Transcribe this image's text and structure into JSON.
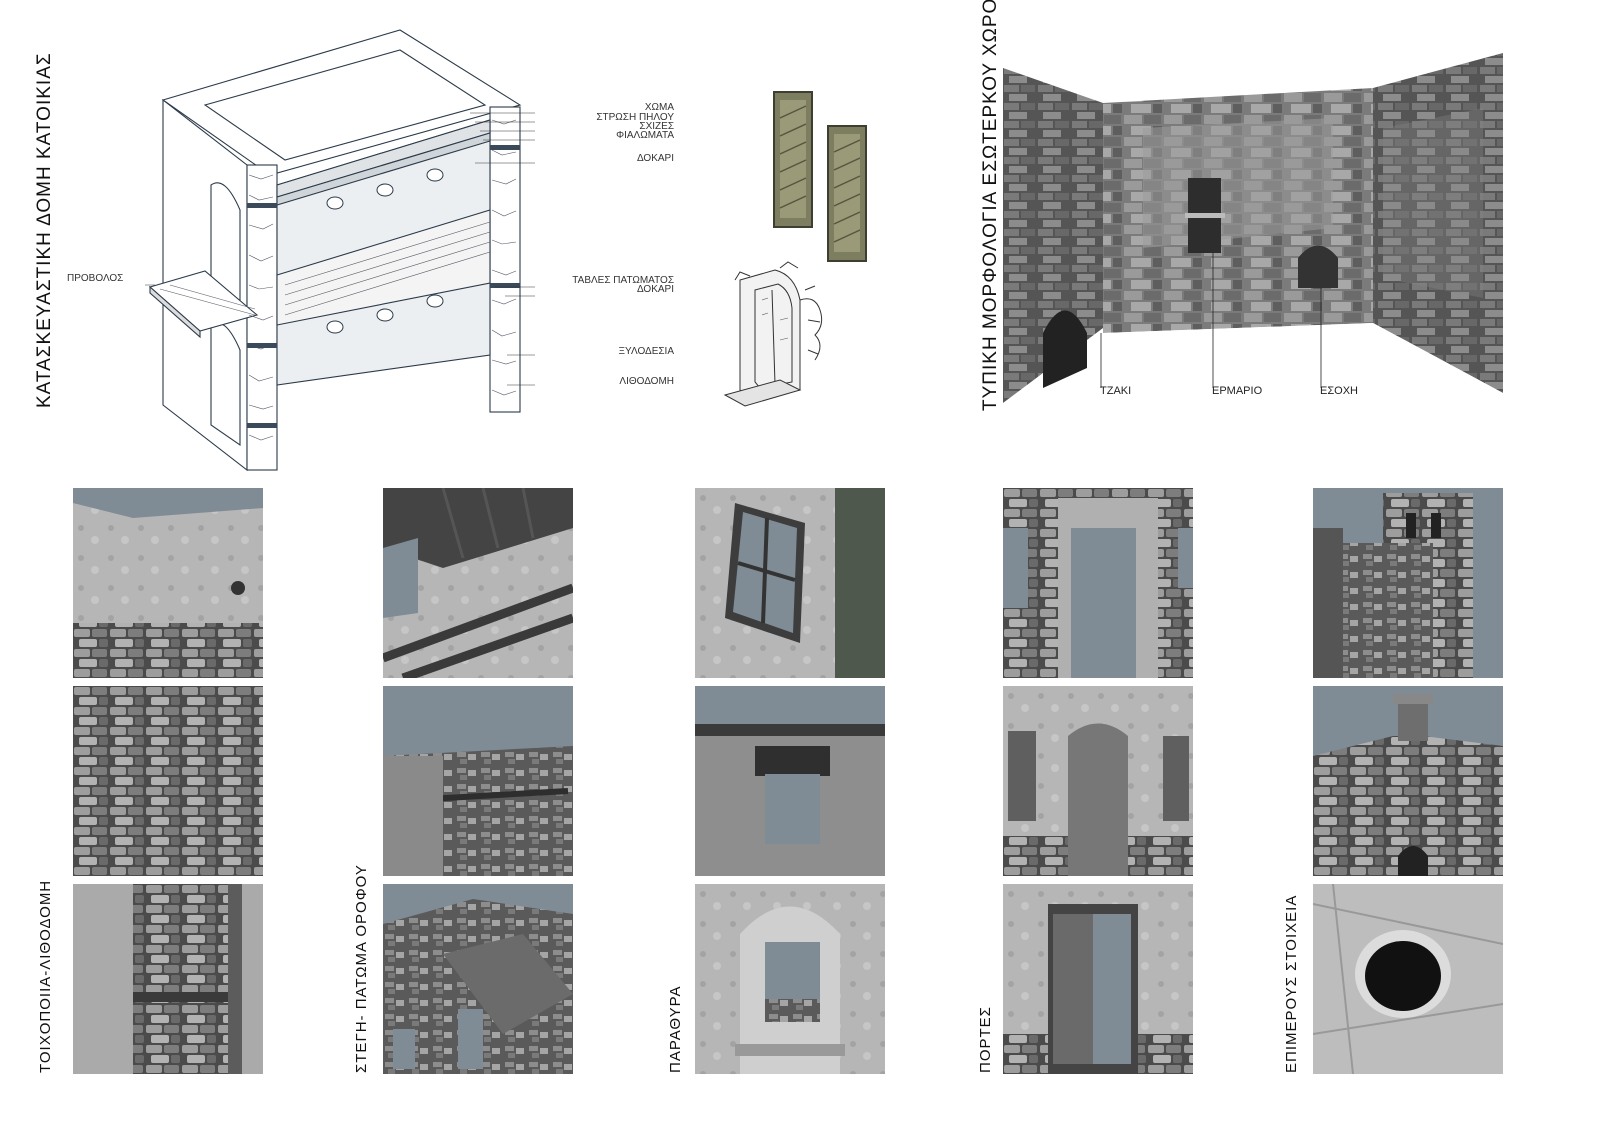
{
  "titles": {
    "structure": "ΚΑΤΑΣΚΕΥΑΣΤΙΚΗ ΔΟΜΗ ΚΑΤΟΙΚΙΑΣ",
    "interior": "ΤΥΠΙΚΗ ΜΟΡΦΟΛΟΓΙΑ ΕΣΩΤΕΡΚΟΥ ΧΩΡΟΥ"
  },
  "diagram_labels": {
    "soil": "ΧΩΜΑ",
    "clay_layer": "ΣΤΡΩΣΗ ΠΗΛΟΥ",
    "splits": "ΣΧΙΖΕΣ",
    "slats": "ΦΙΑΛΩΜΑΤΑ",
    "beam_top": "ΔΟΚΑΡΙ",
    "balcony": "ΠΡΟΒΟΛΟΣ",
    "floor_boards": "ΤΑΒΛΕΣ ΠΑΤΩΜΑΤΟΣ",
    "beam_floor": "ΔΟΚΑΡΙ",
    "timber_ties": "ΞΥΛΟΔΕΣΙΑ",
    "masonry": "ΛΙΘΟΔΟΜΗ"
  },
  "room_labels": {
    "fireplace": "ΤΖΑΚΙ",
    "cupboard": "ΕΡΜΑΡΙΟ",
    "niche": "ΕΣΟΧΗ"
  },
  "categories": [
    {
      "label": "ΤΟΙΧΟΠΟΙΙΑ-ΛΙΘΟΔΟΜΗ"
    },
    {
      "label": "ΣΤΕΓΗ- ΠΑΤΩΜΑ ΟΡΟΦΟΥ"
    },
    {
      "label": "ΠΑΡΑΘΥΡΑ"
    },
    {
      "label": "ΠΟΡΤΕΣ"
    },
    {
      "label": "ΕΠΙΜΕΡΟΥΣ ΣΤΟΙΧΕΙΑ"
    }
  ],
  "colors": {
    "sky": "#7f8c95",
    "stone_dark": "#4a4a4a",
    "stone_mid": "#8a8a8a",
    "stone_light": "#c4c4c4",
    "wood": "#6f6f62",
    "shutter": "#7a7a5e"
  }
}
